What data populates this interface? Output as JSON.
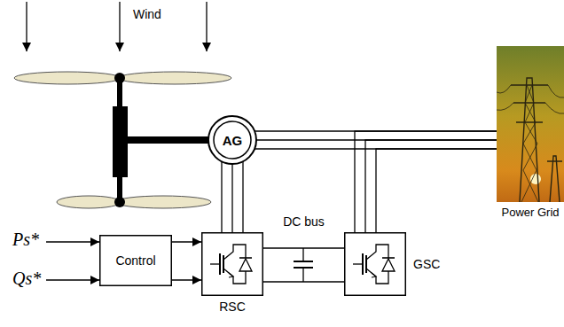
{
  "diagram": {
    "nodes": [
      {
        "text": [
          "AG"
        ]
      },
      {
        "text": [
          "Power Grid"
        ]
      },
      {
        "text": [
          "Control"
        ]
      },
      {
        "text": [
          "RSC"
        ]
      },
      {
        "text": [
          "GSC"
        ]
      }
    ],
    "edges": [
      {
        "from": 0,
        "to": 1,
        "arrow": "none"
      },
      {
        "from": 0,
        "to": 3,
        "arrow": "none"
      },
      {
        "from": 2,
        "to": 3,
        "arrow": "to"
      },
      {
        "from": 3,
        "to": 4,
        "label": "DC bus",
        "arrow": "none"
      },
      {
        "from": 4,
        "to": 1,
        "arrow": "none"
      }
    ],
    "labels": [
      "Wind",
      "Ps*",
      "Qs*"
    ]
  }
}
